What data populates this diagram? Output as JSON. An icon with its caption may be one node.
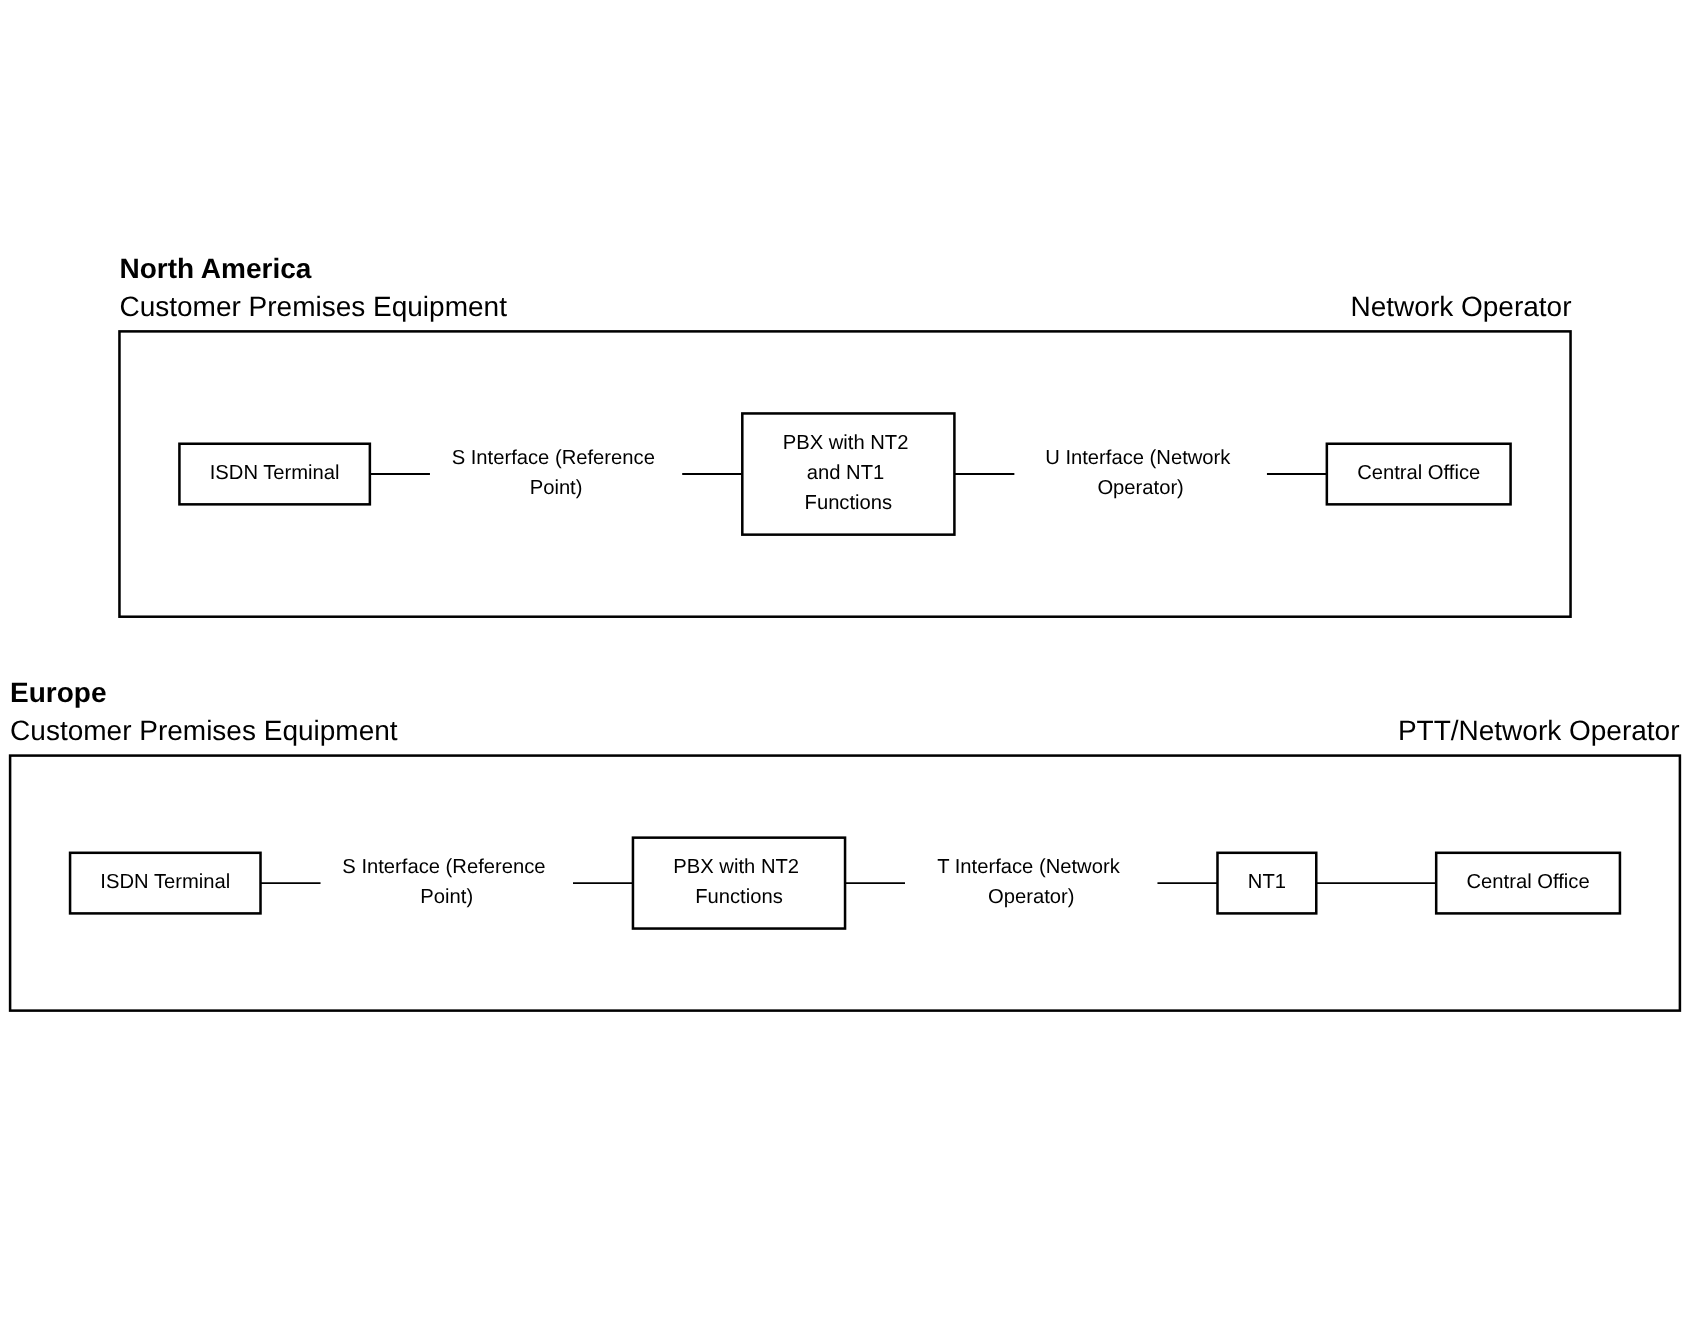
{
  "diagram": {
    "nodes": [
      {
        "text": [],
        "shape": "box"
      },
      {
        "text": [
          "ISDN Terminal"
        ],
        "in": 0
      },
      {
        "text": [
          "PBX with NT2 and NT1 Functions"
        ],
        "in": 0
      },
      {
        "text": [
          "Central Office"
        ],
        "in": 0
      },
      {
        "text": [],
        "shape": "box"
      },
      {
        "text": [
          "ISDN Terminal"
        ],
        "in": 4
      },
      {
        "text": [
          "PBX with NT2 Functions"
        ],
        "in": 4
      },
      {
        "text": [
          "NT1"
        ],
        "in": 4
      },
      {
        "text": [
          "Central Office"
        ],
        "in": 4
      }
    ],
    "edges": [
      {
        "from": 1,
        "to": 2,
        "arrow": "none",
        "label": "S Interface (Reference Point)"
      },
      {
        "from": 2,
        "to": 3,
        "arrow": "none",
        "label": "U Interface (Network Operator)"
      },
      {
        "from": 5,
        "to": 6,
        "arrow": "none",
        "label": "S Interface (Reference Point)"
      },
      {
        "from": 6,
        "to": 7,
        "arrow": "none",
        "label": "T Interface (Network Operator)"
      },
      {
        "from": 7,
        "to": 8,
        "arrow": "none"
      }
    ],
    "labels": [
      "North America",
      "Customer Premises Equipment",
      "Network Operator",
      "Europe",
      "Customer Premises Equipment",
      "PTT/Network Operator"
    ]
  }
}
